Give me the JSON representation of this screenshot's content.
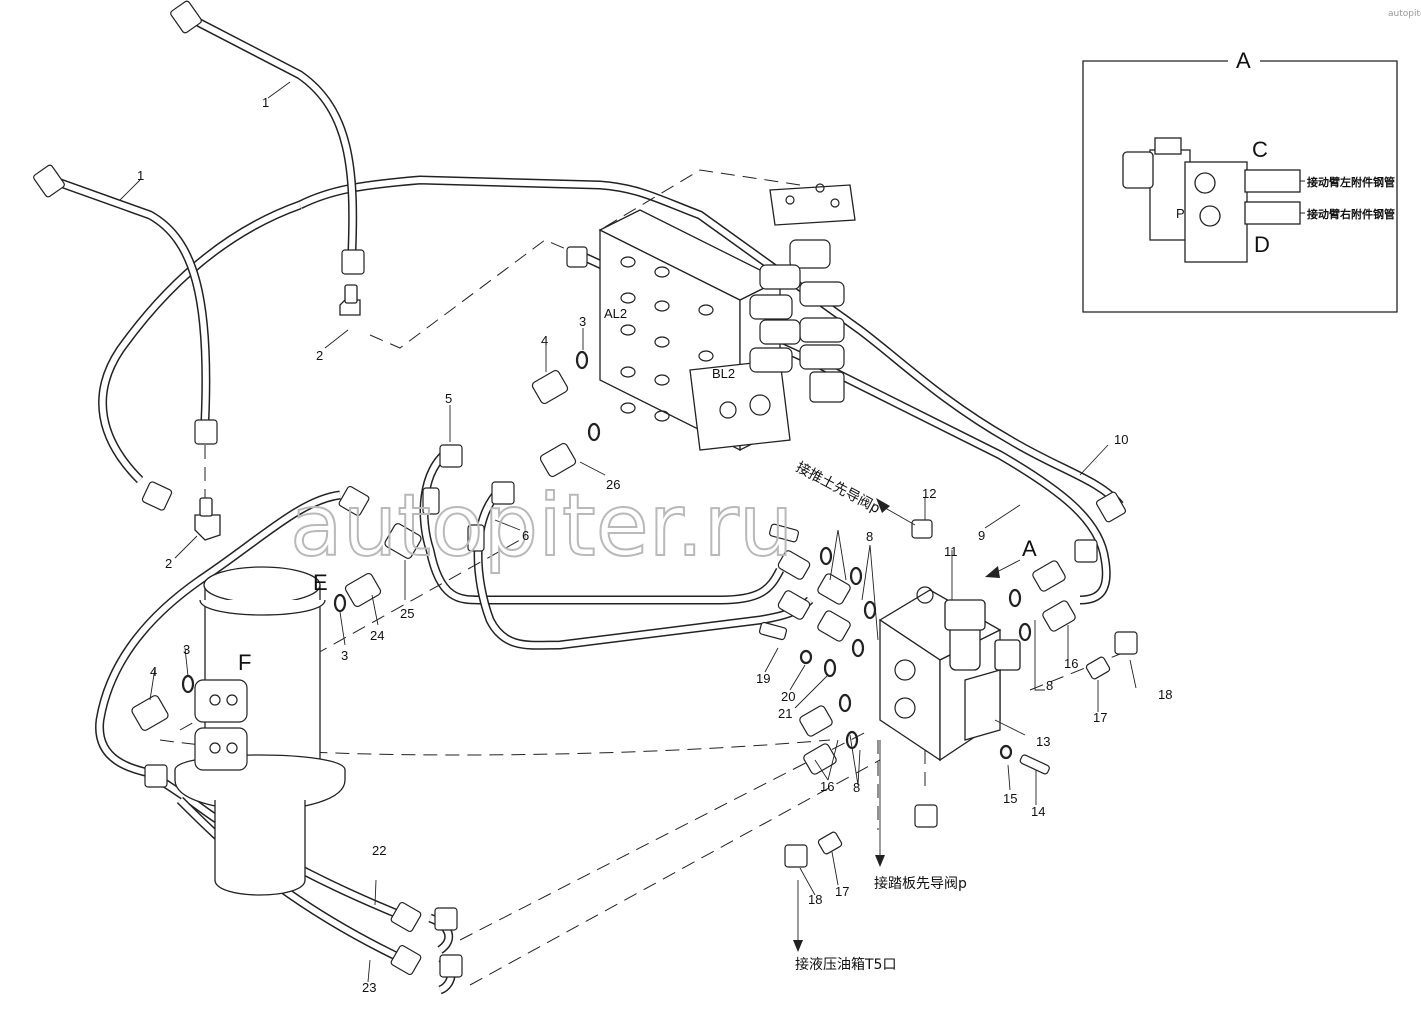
{
  "watermark": {
    "main": "autopiter.ru",
    "corner": "autopiter.ru"
  },
  "detail_view": {
    "title": "A",
    "port_c": "C",
    "port_d": "D",
    "port_p": "P",
    "note_left_pipe": "接动臂左附件钢管",
    "note_right_pipe": "接动臂右附件钢管"
  },
  "port_labels": {
    "al2": "AL2",
    "bl2": "BL2",
    "e": "E",
    "f": "F",
    "view_a": "A"
  },
  "notes": {
    "push_pilot": "接推土先导阀p",
    "pedal_pilot": "接踏板先导阀p",
    "tank": "接液压油箱T5口"
  },
  "callouts": [
    "1",
    "1",
    "2",
    "2",
    "3",
    "3",
    "3",
    "4",
    "4",
    "5",
    "6",
    "8",
    "8",
    "8",
    "9",
    "10",
    "11",
    "12",
    "13",
    "14",
    "15",
    "16",
    "16",
    "17",
    "17",
    "18",
    "18",
    "19",
    "20",
    "21",
    "22",
    "23",
    "24",
    "25",
    "26"
  ]
}
